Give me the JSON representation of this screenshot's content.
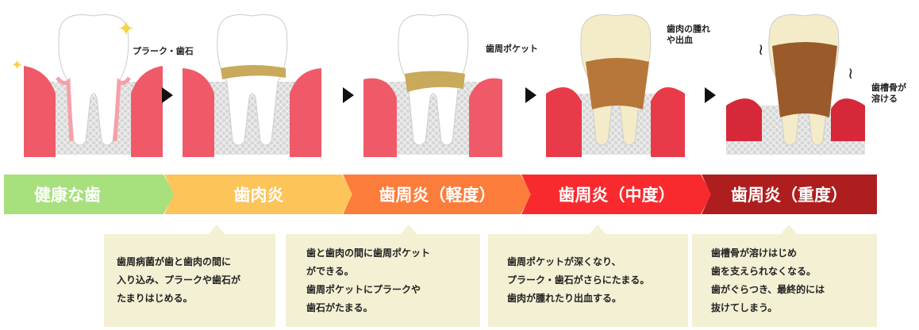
{
  "labels": {
    "plaque": "プラーク・歯石",
    "pocket": "歯周ポケット",
    "swelling_1": "歯肉の腫れ",
    "swelling_2": "や出血",
    "bone_1": "歯槽骨が",
    "bone_2": "溶ける"
  },
  "stages": [
    {
      "label": "健康な歯",
      "color": "#a8e07e"
    },
    {
      "label": "歯肉炎",
      "color": "#fdc45a"
    },
    {
      "label": "歯周炎（軽度）",
      "color": "#fc7c3c"
    },
    {
      "label": "歯周炎（中度）",
      "color": "#f82a2e"
    },
    {
      "label": "歯周炎（重度）",
      "color": "#ae1e1e"
    }
  ],
  "descriptions": [
    [
      "歯周病菌が歯と歯肉の間に",
      "入り込み、プラークや歯石が",
      "たまりはじめる。"
    ],
    [
      "歯と歯肉の間に歯周ポケット",
      "ができる。",
      "歯周ポケットにプラークや",
      "歯石がたまる。"
    ],
    [
      "歯周ポケットが深くなり、",
      "プラーク・歯石がさらにたまる。",
      "歯肉が腫れたり出血する。"
    ],
    [
      "歯槽骨が溶けはじめ",
      "歯を支えられなくなる。",
      "歯がぐらつき、最終的には",
      "抜けてしまう。"
    ]
  ]
}
